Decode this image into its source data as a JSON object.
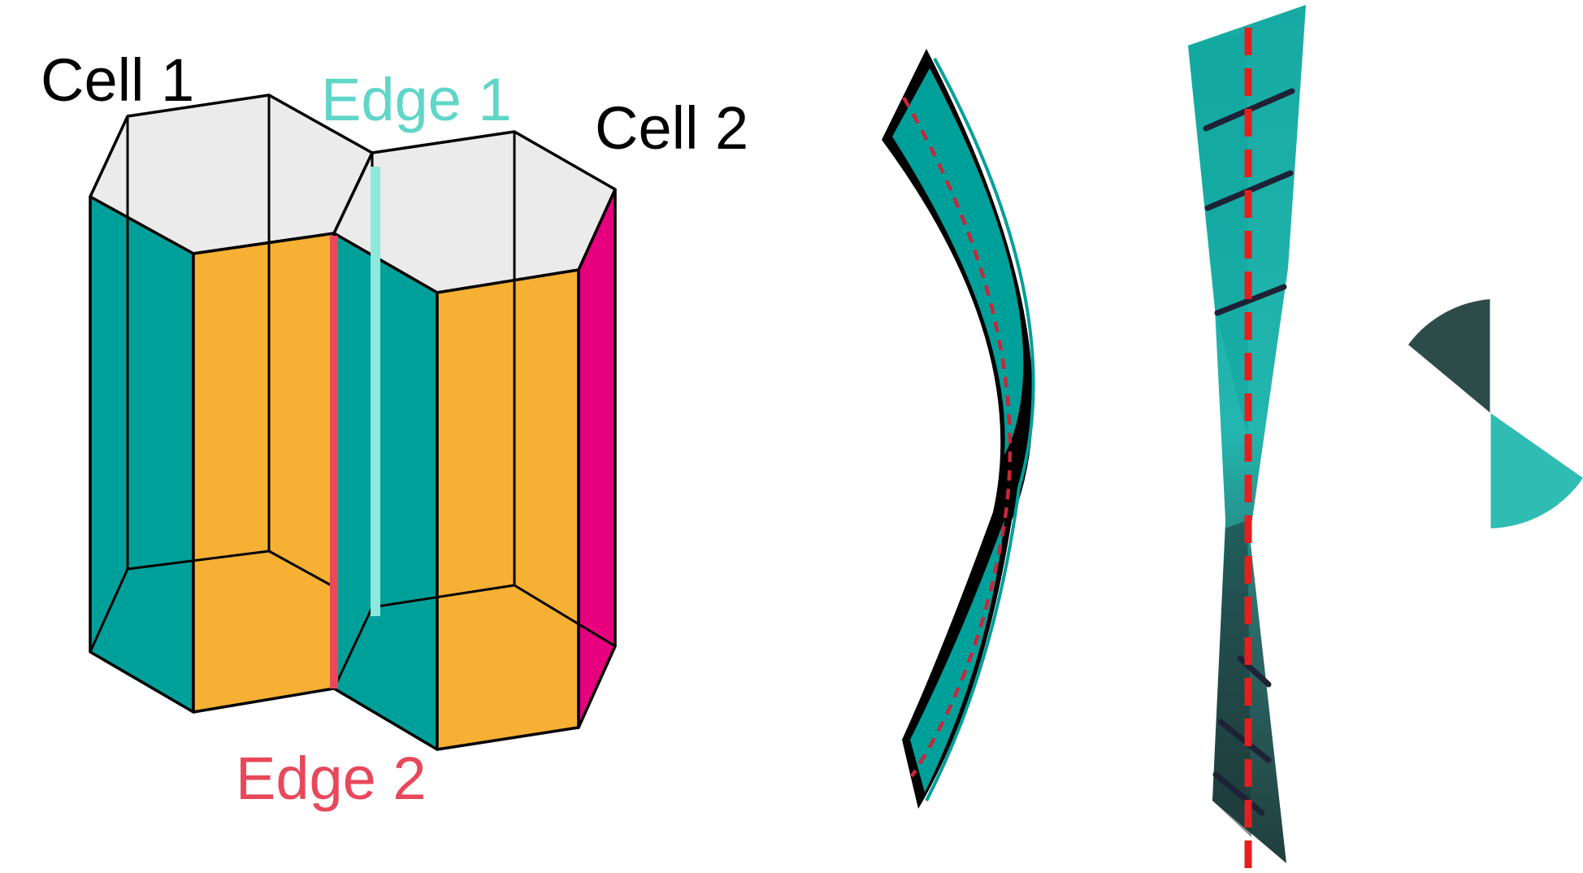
{
  "labels": {
    "cell1": "Cell 1",
    "cell2": "Cell 2",
    "edge1": "Edge 1",
    "edge2": "Edge 2"
  },
  "colors": {
    "teal": "#00a09a",
    "teal_light": "#2fbcb3",
    "teal_dark": "#244d4b",
    "orange": "#f6b034",
    "magenta": "#e6007e",
    "top_face": "#ebebeb",
    "edge1": "#8ee8dc",
    "edge1_label": "#5fd6c8",
    "edge2": "#e8485a",
    "axis_dash": "#e41f1f",
    "crossbar": "#1e2236",
    "outline": "#000000"
  }
}
